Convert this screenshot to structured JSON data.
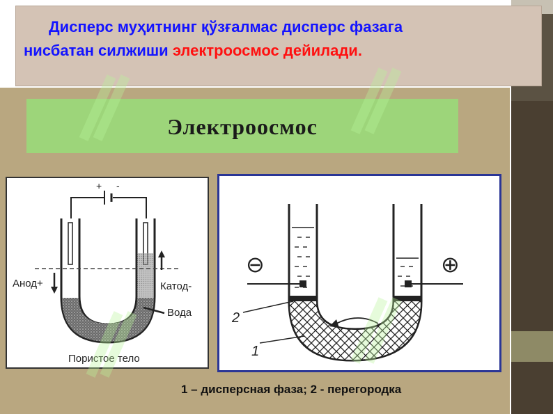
{
  "header": {
    "line1_blue": "Дисперс муҳитнинг қўзғалмас дисперс фазага",
    "line2_blue": "нисбатан силжиши ",
    "line2_red": "электроосмос дейилади."
  },
  "slide": {
    "title": "Электроосмос",
    "left_diagram": {
      "plus": "+",
      "minus": "-",
      "anode": "Анод+",
      "cathode": "Катод-",
      "water": "Вода",
      "porous": "Пористое тело"
    },
    "right_diagram": {
      "minus_symbol": "⊖",
      "plus_symbol": "⊕",
      "label_2": "2",
      "label_1": "1"
    },
    "caption": "1 – дисперсная фаза; 2 - перегородка"
  },
  "colors": {
    "header_blue": "#1414ff",
    "header_red": "#ff1010",
    "title_bg": "#9dd57a",
    "slide_bg": "#b9a780",
    "frame_blue": "#2a3596"
  }
}
